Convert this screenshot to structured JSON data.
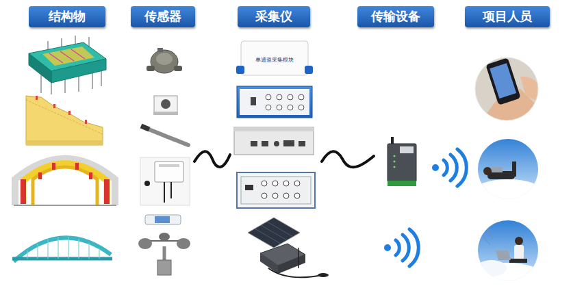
{
  "diagram": {
    "nodes": [
      {
        "text": [
          "结构物"
        ]
      },
      {
        "text": [
          "传感器"
        ]
      },
      {
        "text": [
          "采集仪"
        ]
      },
      {
        "text": [
          "传输设备"
        ]
      },
      {
        "text": [
          "项目人员"
        ]
      }
    ],
    "labels": [
      "单通道采集模块"
    ]
  }
}
